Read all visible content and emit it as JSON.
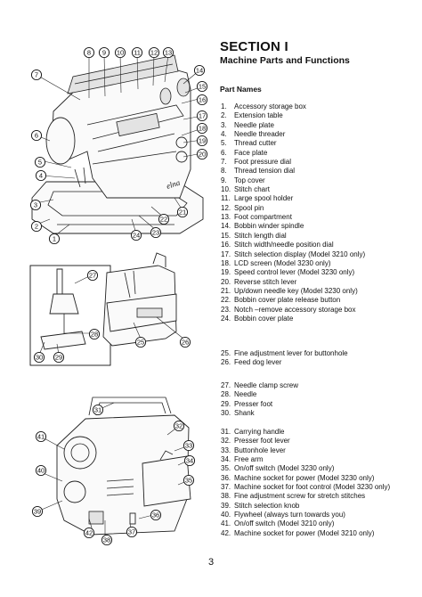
{
  "section": {
    "title": "SECTION I",
    "subtitle": "Machine Parts and Functions"
  },
  "part_names_heading": "Part Names",
  "parts": [
    {
      "num": "1.",
      "name": "Accessory storage box"
    },
    {
      "num": "2.",
      "name": "Extension table"
    },
    {
      "num": "3.",
      "name": "Needle plate"
    },
    {
      "num": "4.",
      "name": "Needle threader"
    },
    {
      "num": "5.",
      "name": "Thread cutter"
    },
    {
      "num": "6.",
      "name": "Face plate"
    },
    {
      "num": "7.",
      "name": "Foot pressure dial"
    },
    {
      "num": "8.",
      "name": "Thread tension dial"
    },
    {
      "num": "9.",
      "name": "Top cover"
    },
    {
      "num": "10.",
      "name": "Stitch chart"
    },
    {
      "num": "11.",
      "name": "Large spool holder"
    },
    {
      "num": "12.",
      "name": "Spool pin"
    },
    {
      "num": "13.",
      "name": "Foot compartment"
    },
    {
      "num": "14.",
      "name": "Bobbin winder spindle"
    },
    {
      "num": "15.",
      "name": "Stitch length dial"
    },
    {
      "num": "16.",
      "name": "Stitch width/needle position dial"
    },
    {
      "num": "17.",
      "name": "Stitch selection display (Model 3210 only)"
    },
    {
      "num": "18.",
      "name": "LCD screen (Model 3230 only)"
    },
    {
      "num": "19.",
      "name": "Speed control lever (Model 3230 only)"
    },
    {
      "num": "20.",
      "name": "Reverse stitch lever"
    },
    {
      "num": "21.",
      "name": "Up/down needle key (Model 3230 only)"
    },
    {
      "num": "22.",
      "name": "Bobbin cover plate release button"
    },
    {
      "num": "23.",
      "name": "Notch –remove accessory storage box"
    },
    {
      "num": "24.",
      "name": "Bobbin cover plate"
    },
    {
      "num": "25.",
      "name": "Fine adjustment lever for buttonhole"
    },
    {
      "num": "26.",
      "name": "Feed dog lever"
    },
    {
      "num": "27.",
      "name": "Needle clamp screw"
    },
    {
      "num": "28.",
      "name": "Needle"
    },
    {
      "num": "29.",
      "name": "Presser foot"
    },
    {
      "num": "30.",
      "name": "Shank"
    },
    {
      "num": "31.",
      "name": "Carrying handle"
    },
    {
      "num": "32.",
      "name": "Presser foot lever"
    },
    {
      "num": "33.",
      "name": "Buttonhole lever"
    },
    {
      "num": "34.",
      "name": "Free arm"
    },
    {
      "num": "35.",
      "name": "On/off switch (Model 3230 only)"
    },
    {
      "num": "36.",
      "name": "Machine socket for power (Model 3230 only)"
    },
    {
      "num": "37.",
      "name": "Machine socket for foot control (Model 3230 only)"
    },
    {
      "num": "38.",
      "name": "Fine adjustment screw for stretch stitches"
    },
    {
      "num": "39.",
      "name": "Stitch selection knob"
    },
    {
      "num": "40.",
      "name": "Flywheel (always turn towards you)"
    },
    {
      "num": "41.",
      "name": "On/off switch (Model 3210 only)"
    },
    {
      "num": "42.",
      "name": "Machine socket for power (Model 3210 only)"
    }
  ],
  "callouts": [
    "1",
    "2",
    "3",
    "4",
    "5",
    "6",
    "7",
    "8",
    "9",
    "10",
    "11",
    "12",
    "13",
    "14",
    "15",
    "16",
    "17",
    "18",
    "19",
    "20",
    "21",
    "22",
    "23",
    "24",
    "25",
    "26",
    "27",
    "28",
    "29",
    "30",
    "31",
    "32",
    "33",
    "34",
    "35",
    "36",
    "37",
    "38",
    "39",
    "40",
    "41",
    "42"
  ],
  "brand_logo": "elna",
  "page_number": "3"
}
